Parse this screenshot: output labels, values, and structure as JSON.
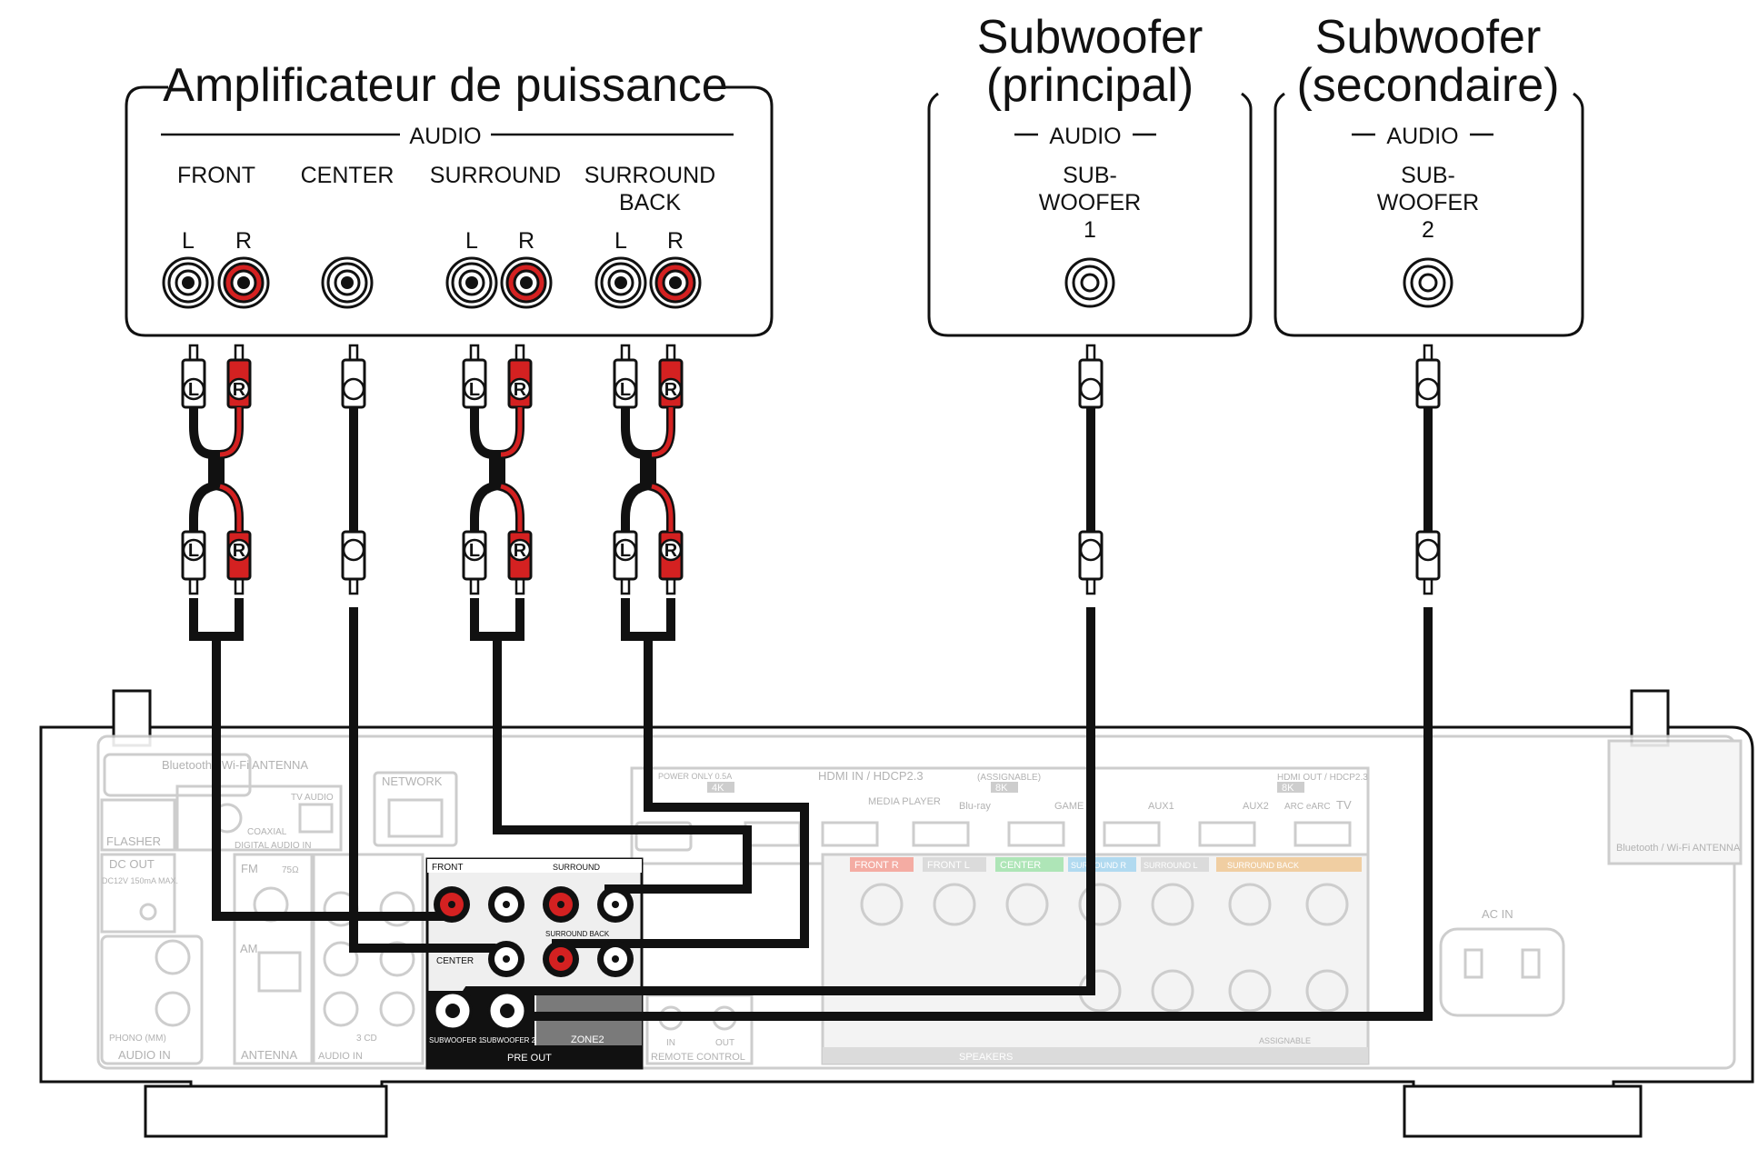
{
  "amplifier": {
    "title": "Amplificateur de puissance",
    "section": "AUDIO",
    "channels": {
      "front": "FRONT",
      "center": "CENTER",
      "surround": "SURROUND",
      "surround_back_1": "SURROUND",
      "surround_back_2": "BACK"
    },
    "left": "L",
    "right": "R"
  },
  "sub1": {
    "title_1": "Subwoofer",
    "title_2": "(principal)",
    "section": "AUDIO",
    "label_1": "SUB-",
    "label_2": "WOOFER",
    "label_3": "1"
  },
  "sub2": {
    "title_1": "Subwoofer",
    "title_2": "(secondaire)",
    "section": "AUDIO",
    "label_1": "SUB-",
    "label_2": "WOOFER",
    "label_3": "2"
  },
  "plugs": {
    "left": "L",
    "right": "R"
  },
  "receiver": {
    "bt_antenna": "Bluetooth / Wi-Fi ANTENNA",
    "network": "NETWORK",
    "flasher": "FLASHER",
    "dc_out": "DC OUT",
    "dc_spec": "DC12V 150mA MAX.",
    "coaxial": "COAXIAL",
    "tv_audio": "TV AUDIO",
    "digital_audio_in": "DIGITAL AUDIO IN",
    "fm": "FM",
    "ohm": "75Ω",
    "am": "AM",
    "antenna": "ANTENNA",
    "phono": "PHONO (MM)",
    "audio_in": "AUDIO IN",
    "cd": "3 CD",
    "audio_in_assign": "AUDIO IN",
    "hdmi_in": "HDMI IN / HDCP2.3",
    "assignable": "(ASSIGNABLE)",
    "hdmi_out": "HDMI OUT / HDCP2.3",
    "k4": "4K",
    "k8": "8K",
    "media_player": "MEDIA PLAYER",
    "bluray": "Blu-ray",
    "game": "GAME",
    "aux1": "AUX1",
    "aux2": "AUX2",
    "arc": "ARC eARC",
    "tv": "TV",
    "pre_front": "FRONT",
    "pre_surround": "SURROUND",
    "pre_center": "CENTER",
    "pre_sb": "SURROUND BACK",
    "sw1": "SUBWOOFER 1",
    "sw2": "SUBWOOFER 2",
    "pre_out": "PRE OUT",
    "zone2": "ZONE2",
    "remote_in": "IN",
    "remote_out": "OUT",
    "remote_control": "REMOTE CONTROL",
    "spk_front_r": "FRONT R",
    "spk_front_l": "FRONT L",
    "spk_center": "CENTER",
    "spk_surround_r": "SURROUND R",
    "spk_surround_l": "SURROUND L",
    "spk_sb": "SURROUND BACK",
    "speakers": "SPEAKERS",
    "assignable2": "ASSIGNABLE",
    "ac_in": "AC IN",
    "power_only": "POWER ONLY 0.5A"
  },
  "colors": {
    "line": "#111111",
    "red": "#d42121",
    "faded": "#c8c8c8",
    "front_tag": "#f3a49a",
    "center_tag": "#a6e3b0",
    "surround_tag": "#a9d6ef",
    "sb_tag": "#efc999"
  },
  "icons": [
    "rca-jack-white",
    "rca-jack-red",
    "rca-plug-icon",
    "ethernet-port-icon",
    "usb-port-icon",
    "power-inlet-icon"
  ]
}
